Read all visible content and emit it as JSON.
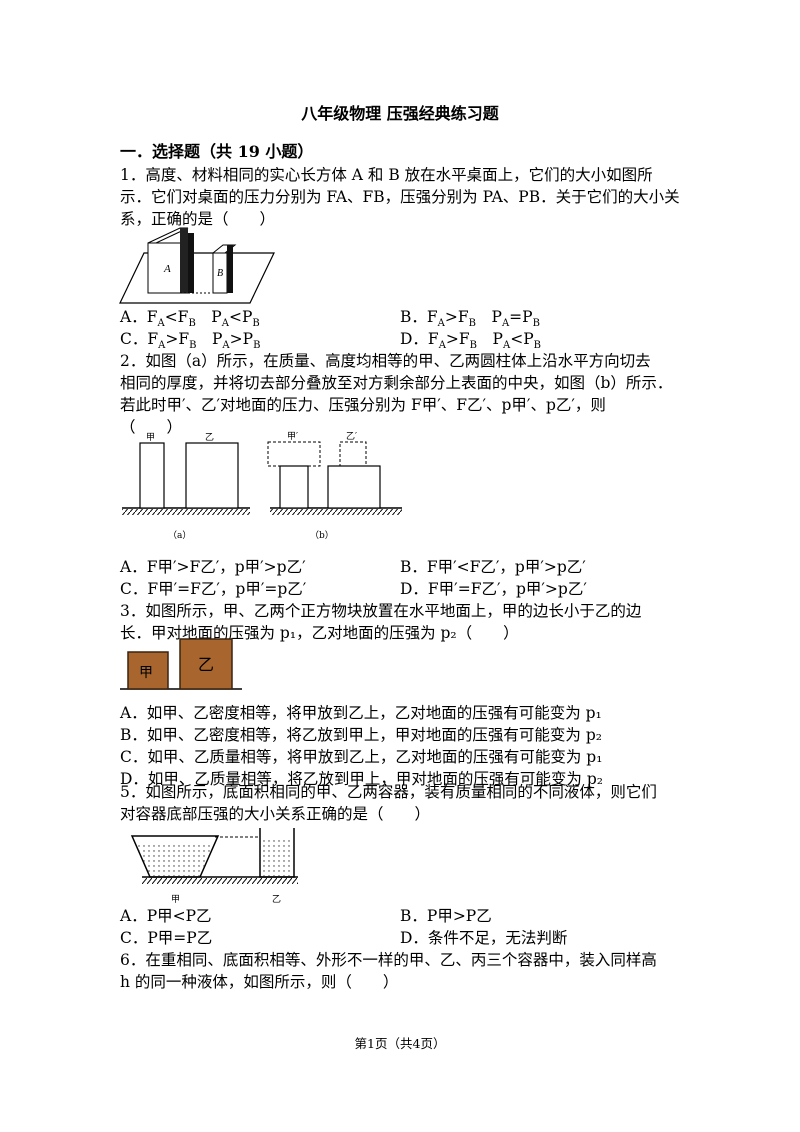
{
  "document": {
    "title": "八年级物理  压强经典练习题",
    "section": "一．选择题（共 19 小题）",
    "footer": "第1页（共4页）"
  },
  "q1": {
    "line1": "1．高度、材料相同的实心长方体 A 和 B 放在水平桌面上，它们的大小如图所",
    "line2": "示．它们对桌面的压力分别为 Fₐ、Fᵦ，压强分别为 Pₐ、Pᵦ．关于它们的大小关",
    "line2_html_safe": "示．它们对桌面的压力分别为 FA、FB，压强分别为 PA、PB．关于它们的大小关",
    "line3": "系，正确的是（　　）",
    "figure": {
      "label_a": "A",
      "label_b": "B"
    },
    "options": {
      "A": "A．Fₐ<Fᵦ　Pₐ<Pᵦ",
      "B": "B．Fₐ>Fᵦ　Pₐ=Pᵦ",
      "C": "C．Fₐ>Fᵦ　Pₐ>Pᵦ",
      "D": "D．Fₐ>Fᵦ　Pₐ<Pᵦ"
    }
  },
  "q2": {
    "line1": "2．如图（a）所示，在质量、高度均相等的甲、乙两圆柱体上沿水平方向切去",
    "line2": "相同的厚度，并将切去部分叠放至对方剩余部分上表面的中央，如图（b）所示．",
    "line3": "若此时甲′、乙′对地面的压力、压强分别为 F甲′、F乙′、p甲′、p乙′，则",
    "line4": "（　　）",
    "figure": {
      "a_jia": "甲",
      "a_yi": "乙",
      "b_jia": "甲′",
      "b_yi": "乙′",
      "cap_a": "（a）",
      "cap_b": "（b）"
    },
    "options": {
      "A": "A．F甲′>F乙′，p甲′>p乙′",
      "B": "B．F甲′<F乙′，p甲′>p乙′",
      "C": "C．F甲′=F乙′，p甲′=p乙′",
      "D": "D．F甲′=F乙′，p甲′>p乙′"
    }
  },
  "q3": {
    "line1": "3．如图所示，甲、乙两个正方物块放置在水平地面上，甲的边长小于乙的边",
    "line2": "长．甲对地面的压强为 p₁，乙对地面的压强为 p₂（　　）",
    "figure": {
      "jia": "甲",
      "yi": "乙"
    },
    "options": {
      "A": "A．如甲、乙密度相等，将甲放到乙上，乙对地面的压强有可能变为 p₁",
      "B": "B．如甲、乙密度相等，将乙放到甲上，甲对地面的压强有可能变为 p₂",
      "C": "C．如甲、乙质量相等，将甲放到乙上，乙对地面的压强有可能变为 p₁",
      "D": "D．如甲、乙质量相等，将乙放到甲上，甲对地面的压强有可能变为 p₂"
    }
  },
  "q5": {
    "line1": "5．如图所示，底面积相同的甲、乙两容器，装有质量相同的不同液体，则它们",
    "line2": "对容器底部压强的大小关系正确的是（　　）",
    "figure": {
      "jia": "甲",
      "yi": "乙"
    },
    "options": {
      "A": "A．P甲<P乙",
      "B": "B．P甲>P乙",
      "C": "C．P甲=P乙",
      "D": "D．条件不足，无法判断"
    }
  },
  "q6": {
    "line1": "6．在重相同、底面积相等、外形不一样的甲、乙、丙三个容器中，装入同样高",
    "line2": "h 的同一种液体，如图所示，则（　　）"
  }
}
